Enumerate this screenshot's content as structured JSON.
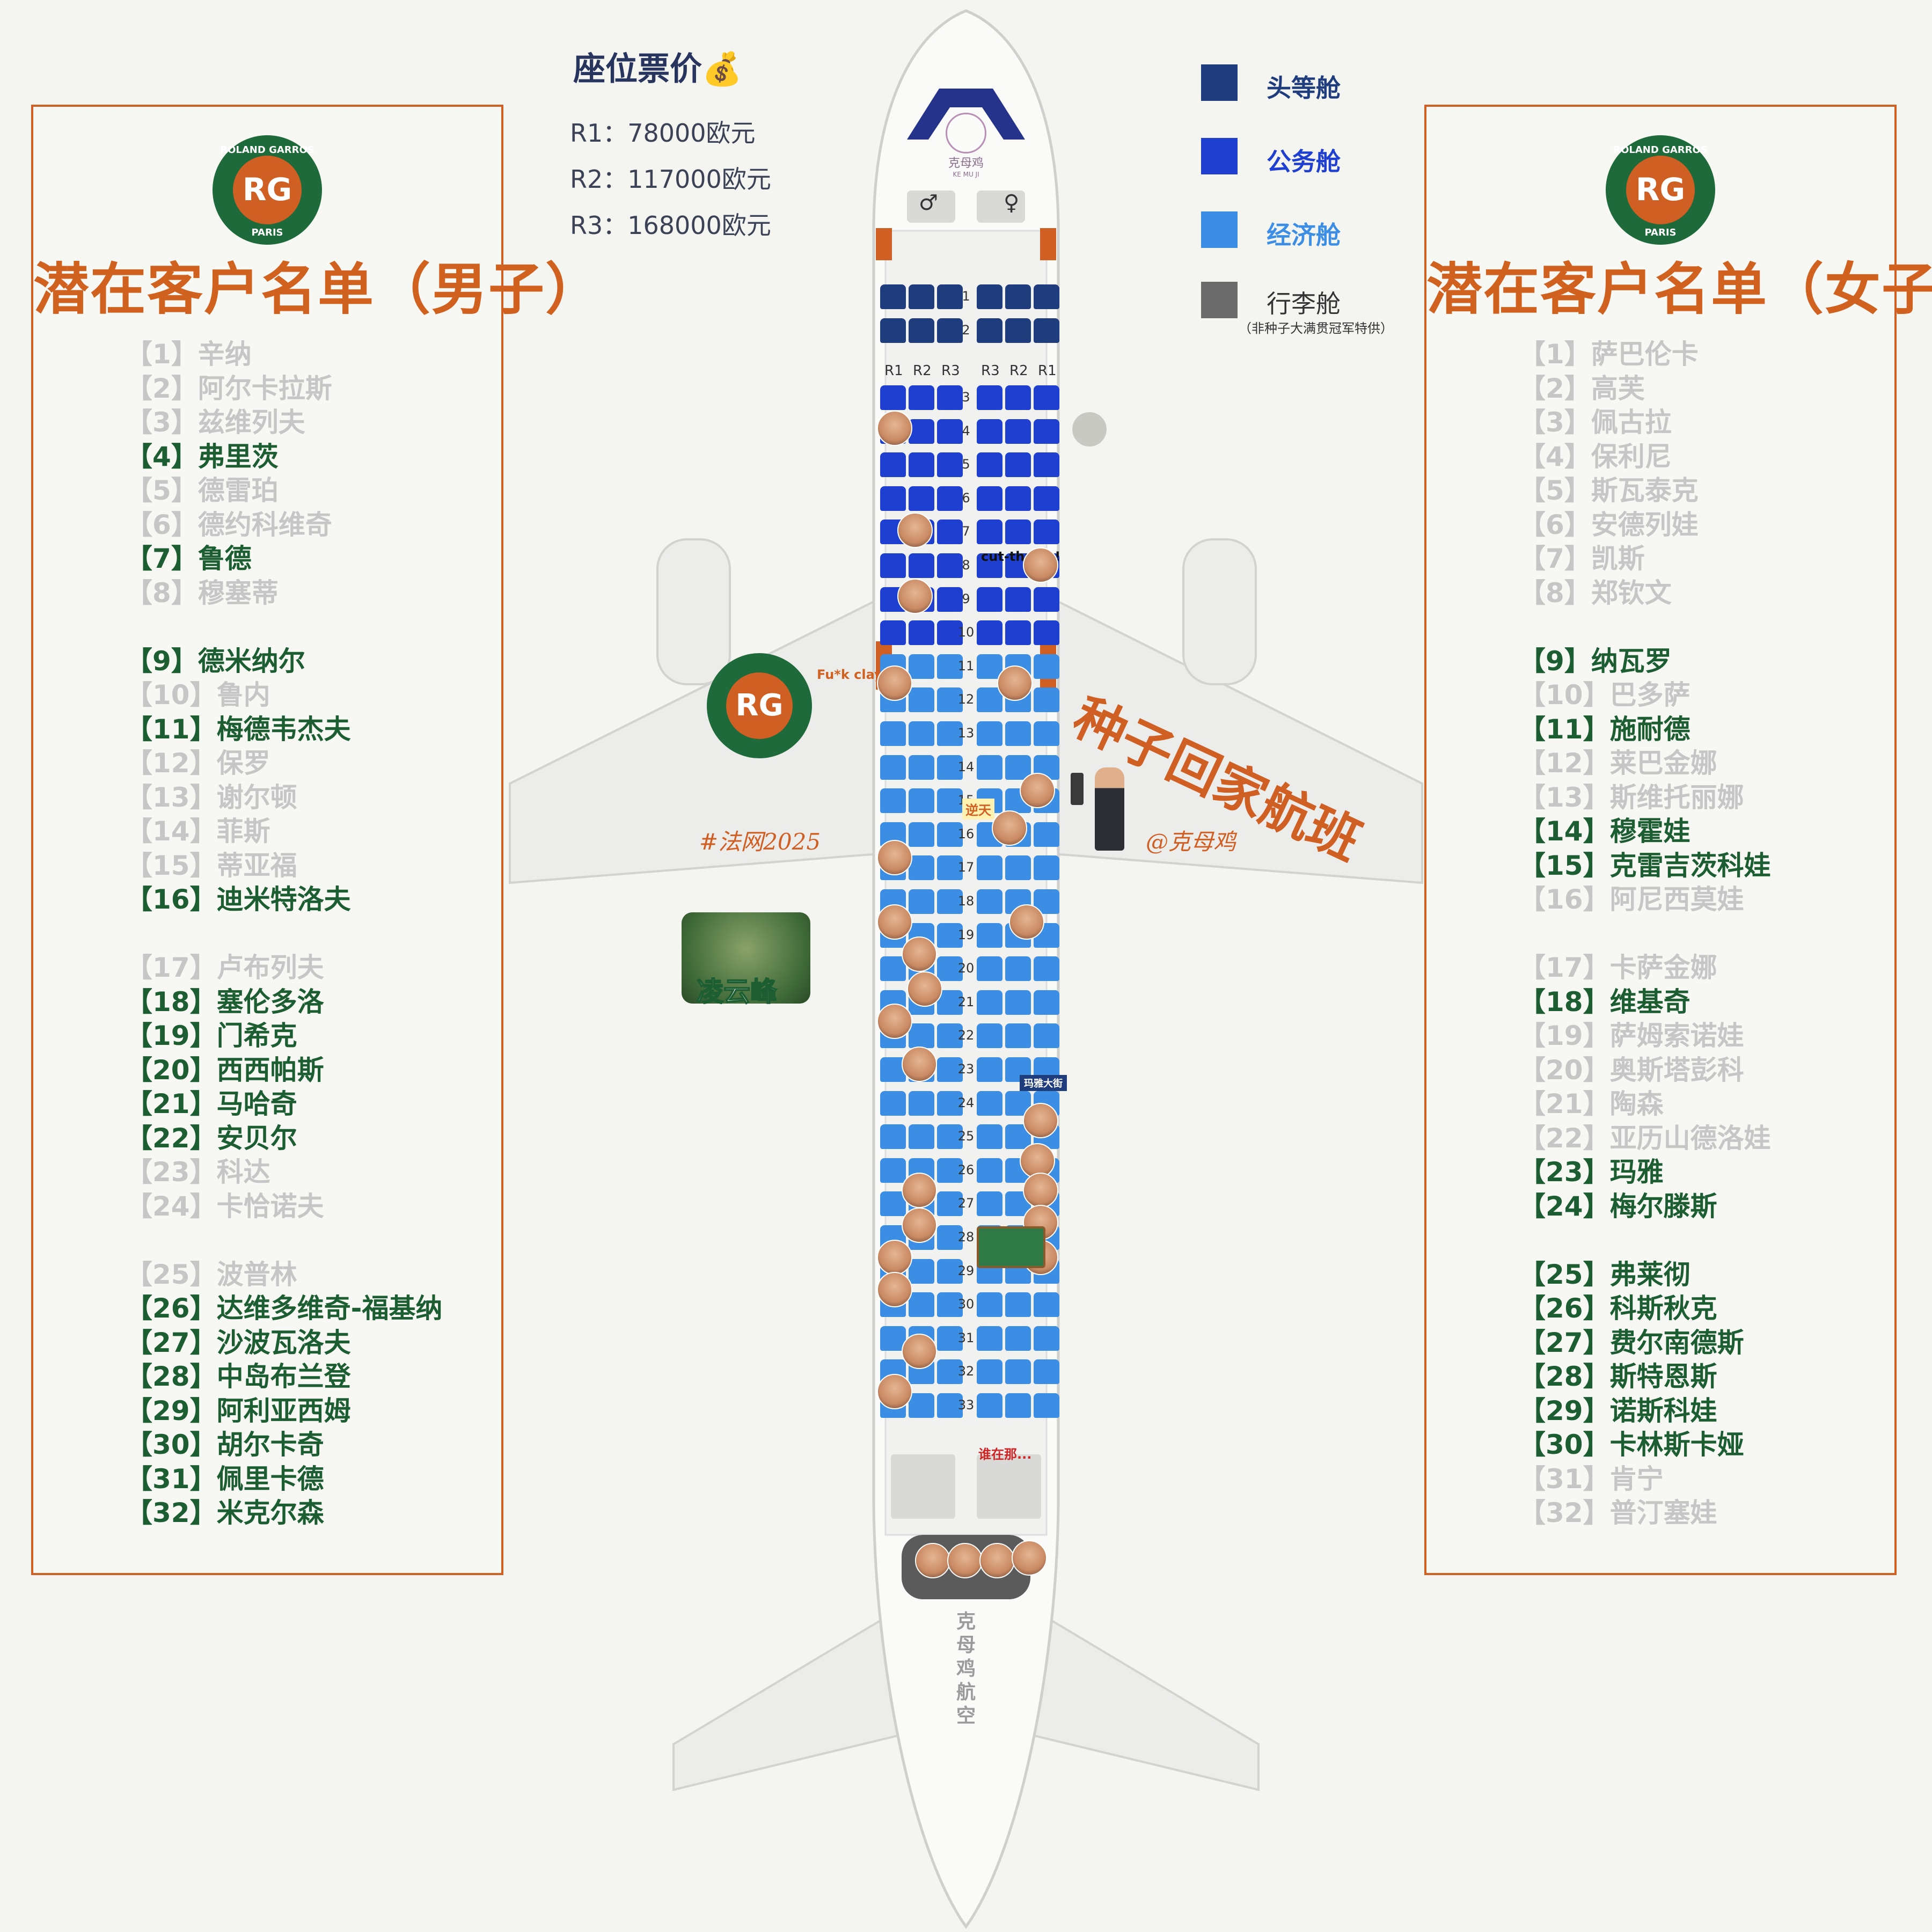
{
  "price": {
    "title": "座位票价",
    "rows": [
      "R1：78000欧元",
      "R2：117000欧元",
      "R3：168000欧元"
    ]
  },
  "legend": [
    {
      "label": "头等舱",
      "color": "#1f3c7c"
    },
    {
      "label": "公务舱",
      "color": "#1e3fcf"
    },
    {
      "label": "经济舱",
      "color": "#3b8ee4"
    },
    {
      "label": "行李舱",
      "color": "#6b6b6b"
    }
  ],
  "legend_note": "（非种子大满贯冠军特供）",
  "brand": {
    "logo_top": "ROLAND GARROS",
    "logo_bottom": "PARIS",
    "nose_logo": "克母鸡",
    "nose_logo_sub": "KE MU JI",
    "tail_text": "克母鸡航空",
    "wing_text": "种子回家航班",
    "tag_left": "#法网2025",
    "tag_right": "@克母鸡"
  },
  "column_heads_left": [
    "R1",
    "R2",
    "R3"
  ],
  "column_heads_right": [
    "R3",
    "R2",
    "R1"
  ],
  "rows": [
    "1",
    "2",
    "3",
    "4",
    "5",
    "6",
    "7",
    "8",
    "9",
    "10",
    "11",
    "12",
    "13",
    "14",
    "15",
    "16",
    "17",
    "18",
    "19",
    "20",
    "21",
    "22",
    "23",
    "24",
    "25",
    "26",
    "27",
    "28",
    "29",
    "30",
    "31",
    "32",
    "33"
  ],
  "annotations": {
    "fuck_clay": "Fu*k clay",
    "cut_throat": "cut-throat!",
    "reverse": "逆天",
    "where": "谁在那...",
    "ling_yun_feng": "凌云峰",
    "sign": "玛雅大街"
  },
  "men": {
    "title": "潜在客户名单（男子）",
    "items": [
      {
        "n": "【1】",
        "name": "辛纳",
        "hl": false
      },
      {
        "n": "【2】",
        "name": "阿尔卡拉斯",
        "hl": false
      },
      {
        "n": "【3】",
        "name": "兹维列夫",
        "hl": false
      },
      {
        "n": "【4】",
        "name": "弗里茨",
        "hl": true
      },
      {
        "n": "【5】",
        "name": "德雷珀",
        "hl": false
      },
      {
        "n": "【6】",
        "name": "德约科维奇",
        "hl": false
      },
      {
        "n": "【7】",
        "name": "鲁德",
        "hl": true
      },
      {
        "n": "【8】",
        "name": "穆塞蒂",
        "hl": false
      },
      {
        "n": "【9】",
        "name": "德米纳尔",
        "hl": true
      },
      {
        "n": "【10】",
        "name": "鲁内",
        "hl": false
      },
      {
        "n": "【11】",
        "name": "梅德韦杰夫",
        "hl": true
      },
      {
        "n": "【12】",
        "name": "保罗",
        "hl": false
      },
      {
        "n": "【13】",
        "name": "谢尔顿",
        "hl": false
      },
      {
        "n": "【14】",
        "name": "菲斯",
        "hl": false
      },
      {
        "n": "【15】",
        "name": "蒂亚福",
        "hl": false
      },
      {
        "n": "【16】",
        "name": "迪米特洛夫",
        "hl": true
      },
      {
        "n": "【17】",
        "name": "卢布列夫",
        "hl": false
      },
      {
        "n": "【18】",
        "name": "塞伦多洛",
        "hl": true
      },
      {
        "n": "【19】",
        "name": "门希克",
        "hl": true
      },
      {
        "n": "【20】",
        "name": "西西帕斯",
        "hl": true
      },
      {
        "n": "【21】",
        "name": "马哈奇",
        "hl": true
      },
      {
        "n": "【22】",
        "name": "安贝尔",
        "hl": true
      },
      {
        "n": "【23】",
        "name": "科达",
        "hl": false
      },
      {
        "n": "【24】",
        "name": "卡恰诺夫",
        "hl": false
      },
      {
        "n": "【25】",
        "name": "波普林",
        "hl": false
      },
      {
        "n": "【26】",
        "name": "达维多维奇-福基纳",
        "hl": true
      },
      {
        "n": "【27】",
        "name": "沙波瓦洛夫",
        "hl": true
      },
      {
        "n": "【28】",
        "name": "中岛布兰登",
        "hl": true
      },
      {
        "n": "【29】",
        "name": "阿利亚西姆",
        "hl": true
      },
      {
        "n": "【30】",
        "name": "胡尔卡奇",
        "hl": true
      },
      {
        "n": "【31】",
        "name": "佩里卡德",
        "hl": true
      },
      {
        "n": "【32】",
        "name": "米克尔森",
        "hl": true
      }
    ]
  },
  "women": {
    "title": "潜在客户名单（女子）",
    "items": [
      {
        "n": "【1】",
        "name": "萨巴伦卡",
        "hl": false
      },
      {
        "n": "【2】",
        "name": "高芙",
        "hl": false
      },
      {
        "n": "【3】",
        "name": "佩古拉",
        "hl": false
      },
      {
        "n": "【4】",
        "name": "保利尼",
        "hl": false
      },
      {
        "n": "【5】",
        "name": "斯瓦泰克",
        "hl": false
      },
      {
        "n": "【6】",
        "name": "安德列娃",
        "hl": false
      },
      {
        "n": "【7】",
        "name": "凯斯",
        "hl": false
      },
      {
        "n": "【8】",
        "name": "郑钦文",
        "hl": false
      },
      {
        "n": "【9】",
        "name": "纳瓦罗",
        "hl": true
      },
      {
        "n": "【10】",
        "name": "巴多萨",
        "hl": false
      },
      {
        "n": "【11】",
        "name": "施耐德",
        "hl": true
      },
      {
        "n": "【12】",
        "name": "莱巴金娜",
        "hl": false
      },
      {
        "n": "【13】",
        "name": "斯维托丽娜",
        "hl": false
      },
      {
        "n": "【14】",
        "name": "穆霍娃",
        "hl": true
      },
      {
        "n": "【15】",
        "name": "克雷吉茨科娃",
        "hl": true
      },
      {
        "n": "【16】",
        "name": "阿尼西莫娃",
        "hl": false
      },
      {
        "n": "【17】",
        "name": "卡萨金娜",
        "hl": false
      },
      {
        "n": "【18】",
        "name": "维基奇",
        "hl": true
      },
      {
        "n": "【19】",
        "name": "萨姆索诺娃",
        "hl": false
      },
      {
        "n": "【20】",
        "name": "奥斯塔彭科",
        "hl": false
      },
      {
        "n": "【21】",
        "name": "陶森",
        "hl": false
      },
      {
        "n": "【22】",
        "name": "亚历山德洛娃",
        "hl": false
      },
      {
        "n": "【23】",
        "name": "玛雅",
        "hl": true
      },
      {
        "n": "【24】",
        "name": "梅尔滕斯",
        "hl": true
      },
      {
        "n": "【25】",
        "name": "弗莱彻",
        "hl": true
      },
      {
        "n": "【26】",
        "name": "科斯秋克",
        "hl": true
      },
      {
        "n": "【27】",
        "name": "费尔南德斯",
        "hl": true
      },
      {
        "n": "【28】",
        "name": "斯特恩斯",
        "hl": true
      },
      {
        "n": "【29】",
        "name": "诺斯科娃",
        "hl": true
      },
      {
        "n": "【30】",
        "name": "卡林斯卡娅",
        "hl": true
      },
      {
        "n": "【31】",
        "name": "肯宁",
        "hl": false
      },
      {
        "n": "【32】",
        "name": "普汀塞娃",
        "hl": false
      }
    ]
  }
}
